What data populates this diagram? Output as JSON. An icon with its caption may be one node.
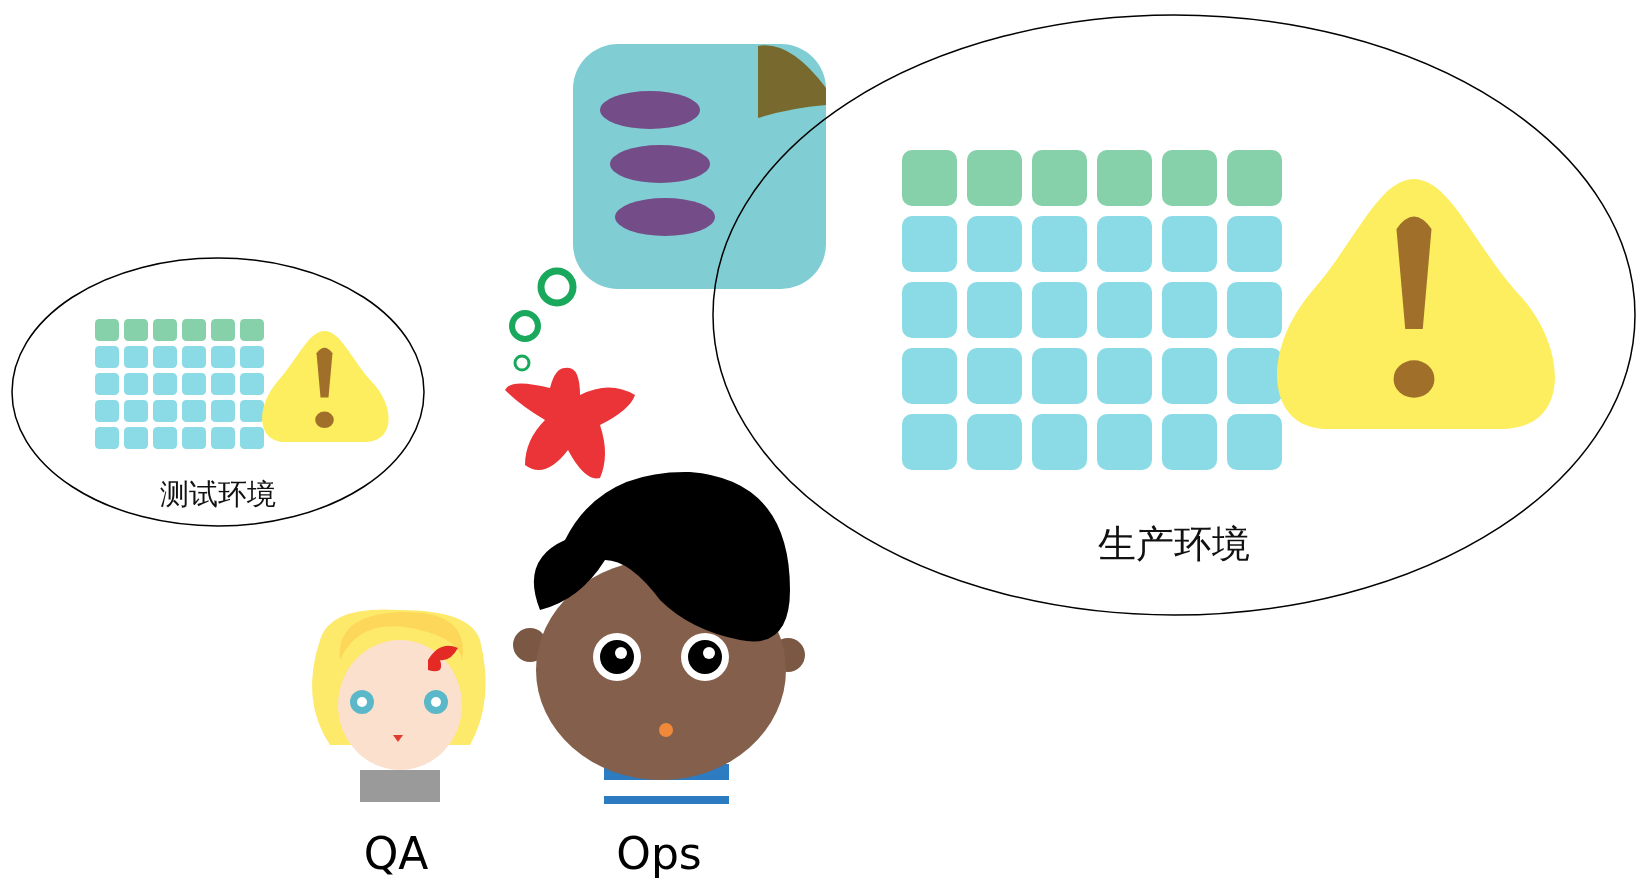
{
  "diagram": {
    "nodes": [
      {
        "text": [
          "测试环境"
        ]
      },
      {
        "text": [
          "生产环境"
        ]
      }
    ],
    "labels": [
      "QA",
      "Ops"
    ]
  }
}
